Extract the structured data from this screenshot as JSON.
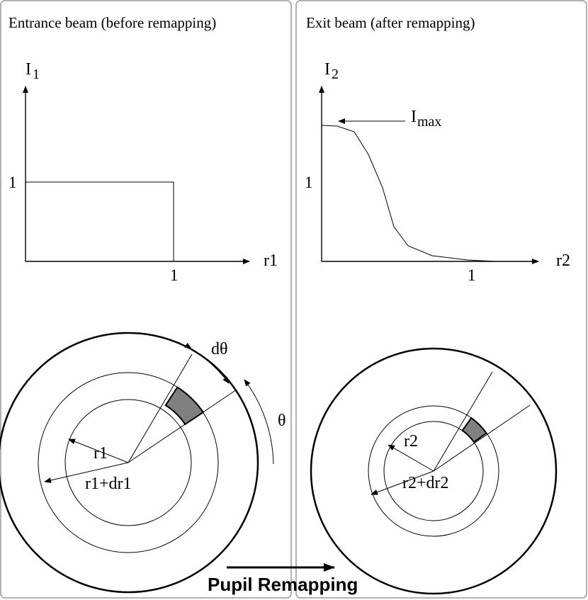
{
  "left_panel": {
    "title": "Entrance beam (before remapping)",
    "y_axis_label": "I",
    "y_axis_subscript": "1",
    "x_axis_label": "r1",
    "y_tick": "1",
    "x_tick": "1",
    "radius_label": "r1",
    "outer_radius_label": "r1+dr1",
    "dtheta_label": "dθ",
    "theta_label": "θ"
  },
  "right_panel": {
    "title": "Exit beam (after remapping)",
    "y_axis_label": "I",
    "y_axis_subscript": "2",
    "x_axis_label": "r2",
    "y_tick": "1",
    "x_tick": "1",
    "peak_label": "I",
    "peak_subscript": "max",
    "radius_label": "r2",
    "outer_radius_label": "r2+dr2"
  },
  "arrow_label": "Pupil Remapping",
  "colors": {
    "line": "#000000",
    "sector_fill": "#808080",
    "panel_border": "#999999"
  }
}
